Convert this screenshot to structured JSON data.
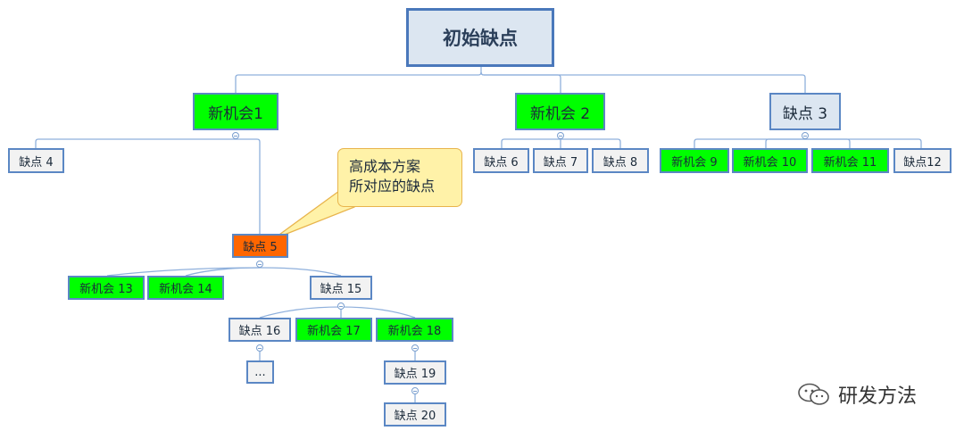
{
  "nodes": {
    "root": "初始缺点",
    "n1": "新机会1",
    "n2": "新机会 2",
    "n3": "缺点 3",
    "d4": "缺点 4",
    "d5": "缺点 5",
    "d6": "缺点 6",
    "d7": "缺点 7",
    "d8": "缺点 8",
    "n9": "新机会 9",
    "n10": "新机会 10",
    "n11": "新机会 11",
    "d12": "缺点12",
    "n13": "新机会 13",
    "n14": "新机会 14",
    "d15": "缺点 15",
    "d16": "缺点 16",
    "n17": "新机会 17",
    "n18": "新机会 18",
    "d19": "缺点 19",
    "d20": "缺点 20",
    "ellipsis": "..."
  },
  "callout": {
    "line1": "高成本方案",
    "line2": "所对应的缺点"
  },
  "watermark": {
    "text": "研发方法",
    "icon": "wechat-icon"
  },
  "colors": {
    "opportunity": "#00ff00",
    "defect": "#f2f2f2",
    "highlight": "#ff6600",
    "root": "#dce6f1",
    "border": "#5b87c4",
    "connector": "#8fb0dc",
    "callout": "#fff2a8"
  }
}
